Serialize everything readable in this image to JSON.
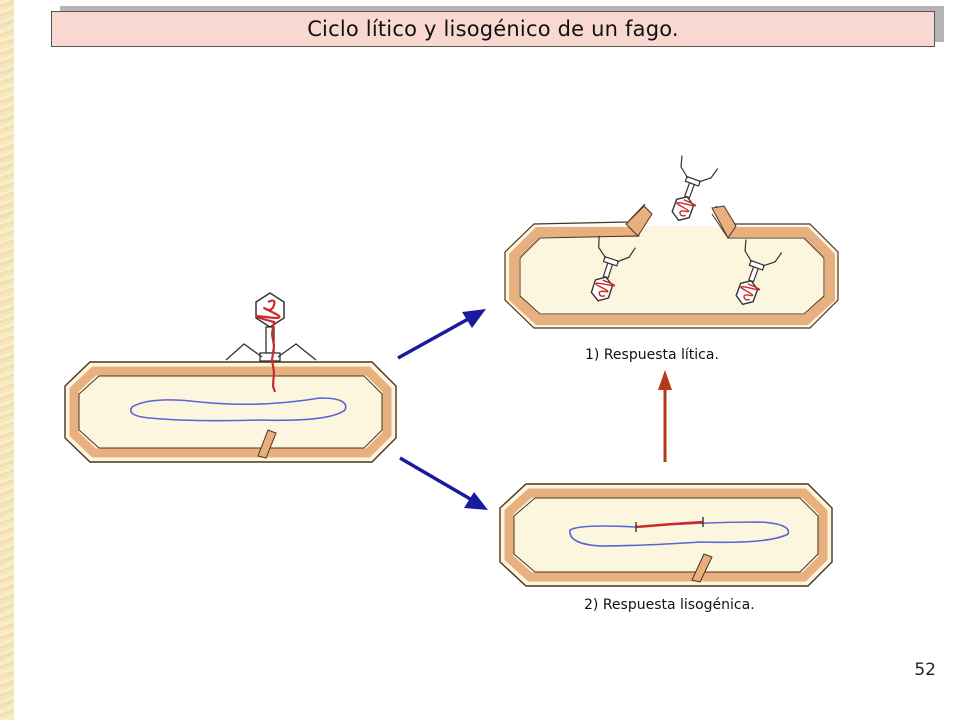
{
  "slide": {
    "title": "Ciclo lítico y lisogénico de un fago.",
    "page_number": "52"
  },
  "diagram": {
    "label_lytic": "1) Respuesta lítica.",
    "label_lysogenic": "2) Respuesta lisogénica."
  },
  "colors": {
    "cell_wall": "#e8b07e",
    "cell_interior": "#fdf6df",
    "bacterial_dna": "#5a64d2",
    "phage_dna": "#cc2a2a",
    "progression_arrow": "#1a1a9e",
    "induction_arrow": "#b8391a"
  }
}
